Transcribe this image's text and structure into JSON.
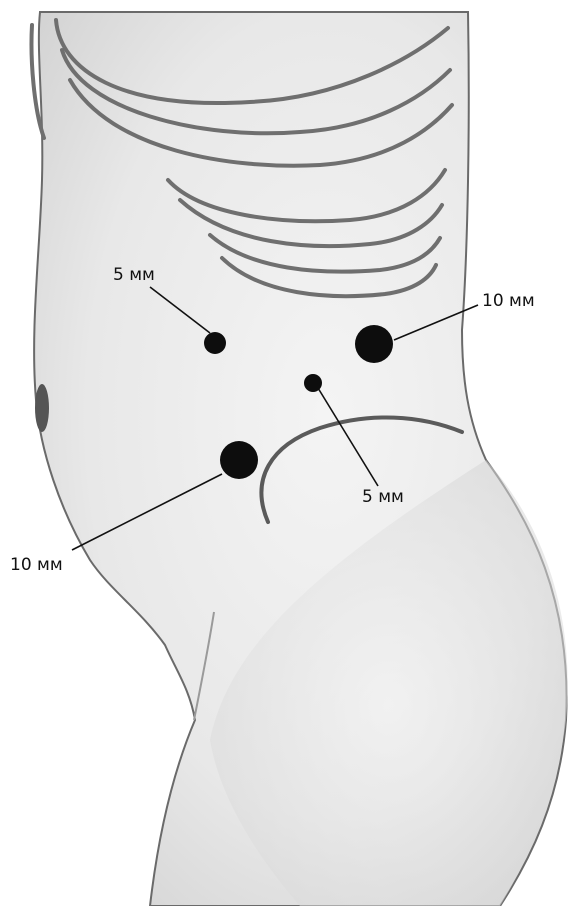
{
  "labels": {
    "port_upper_left": "5 мм",
    "port_right": "10 мм",
    "port_center": "5 мм",
    "port_lower_left": "10 мм"
  },
  "colors": {
    "skin": "#e9e9e9",
    "skin_shadow": "#cfcfcf",
    "outline": "#6a6a6a",
    "port": "#0d0d0d",
    "leader_line": "#111111"
  }
}
